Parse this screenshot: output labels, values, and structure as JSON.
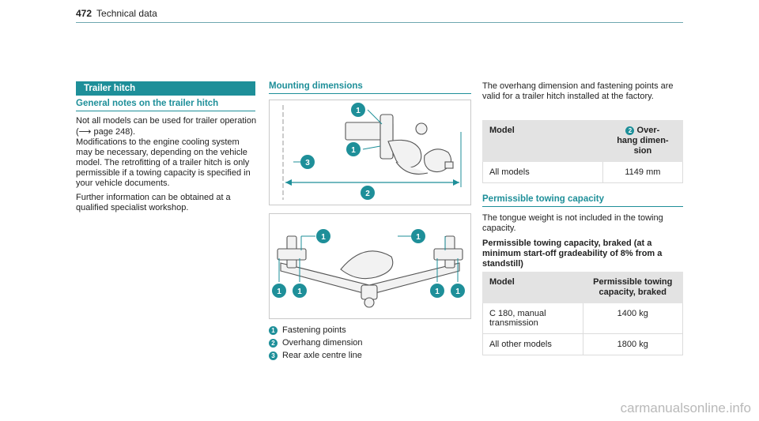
{
  "header": {
    "page_number": "472",
    "section": "Technical data"
  },
  "left": {
    "banner": "Trailer hitch",
    "subheading": "General notes on the trailer hitch",
    "paragraph1_line1": "Not all models can be used for trailer operation",
    "paragraph1_open": "(",
    "paragraph1_arrow": "⟶",
    "paragraph1_ref": " page 248).",
    "paragraph2": "Modifications to the engine cooling system may be necessary, depending on the vehicle model. The retrofitting of a trailer hitch is only permissible if a towing capacity is specified in your vehicle documents.",
    "paragraph3": "Further information can be obtained at a qualified specialist workshop."
  },
  "middle": {
    "heading": "Mounting dimensions",
    "callouts": {
      "one": "1",
      "two": "2",
      "three": "3"
    },
    "legend": [
      {
        "num": "1",
        "text": "Fastening points"
      },
      {
        "num": "2",
        "text": "Overhang dimension"
      },
      {
        "num": "3",
        "text": "Rear axle centre line"
      }
    ]
  },
  "right": {
    "intro": "The overhang dimension and fastening points are valid for a trailer hitch installed at the factory.",
    "table1": {
      "col1": "Model",
      "col2_badge": "2",
      "col2_line1": "Over-",
      "col2_line2": "hang dimen-",
      "col2_line3": "sion",
      "row_model": "All models",
      "row_value": "1149 mm"
    },
    "heading2": "Permissible towing capacity",
    "para2": "The tongue weight is not included in the towing capacity.",
    "bold_para": "Permissible towing capacity, braked (at a minimum start-off gradeability of 8% from a standstill)",
    "table2": {
      "col1": "Model",
      "col2": "Permissible towing capacity, braked",
      "rows": [
        {
          "model": "C 180, manual transmission",
          "value": "1400 kg"
        },
        {
          "model": "All other models",
          "value": "1800 kg"
        }
      ]
    }
  },
  "watermark": "carmanualsonline.info",
  "colors": {
    "accent": "#1e8f99"
  }
}
